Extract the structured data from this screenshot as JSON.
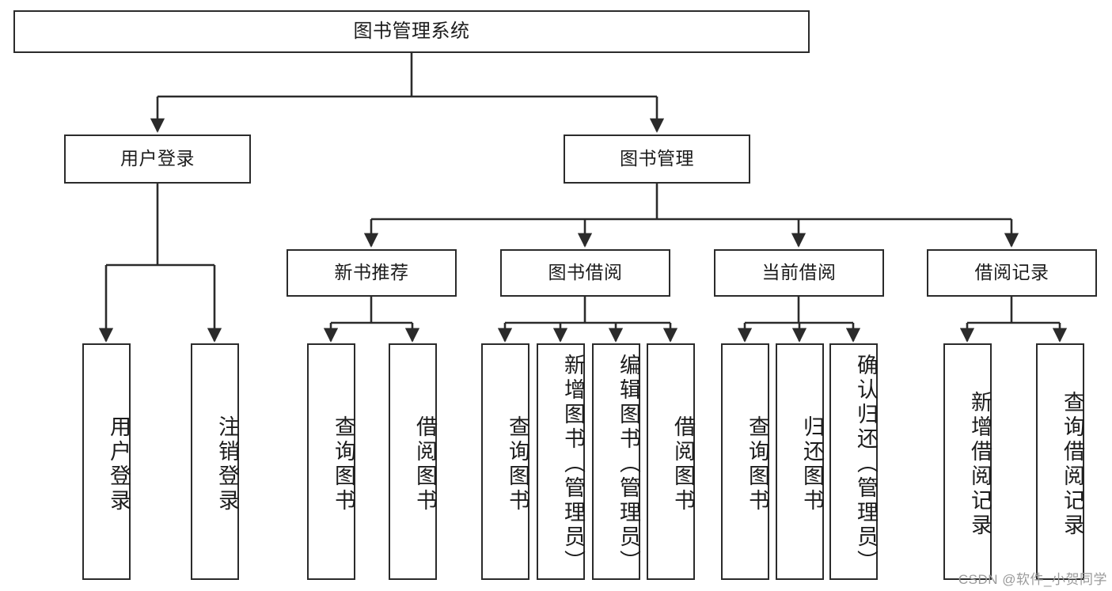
{
  "diagram": {
    "type": "tree-hierarchy-chart",
    "title": "图书管理系统",
    "watermark": "CSDN @软件_小贺同学",
    "colors": {
      "stroke": "#2b2b2b",
      "fill": "#ffffff",
      "text": "#1c1c1c",
      "watermark": "#9a9a9a"
    },
    "levels": {
      "root": {
        "label": "图书管理系统"
      },
      "level2": [
        {
          "label": "用户登录"
        },
        {
          "label": "图书管理"
        }
      ],
      "level3": [
        {
          "label": "新书推荐"
        },
        {
          "label": "图书借阅"
        },
        {
          "label": "当前借阅"
        },
        {
          "label": "借阅记录"
        }
      ],
      "leaves": {
        "user_login": [
          {
            "label": "用户登录"
          },
          {
            "label": "注销登录"
          }
        ],
        "new_book": [
          {
            "label": "查询图书"
          },
          {
            "label": "借阅图书"
          }
        ],
        "book_borrow": [
          {
            "label": "查询图书"
          },
          {
            "label": "新增图书（管理员）"
          },
          {
            "label": "编辑图书（管理员）"
          },
          {
            "label": "借阅图书"
          }
        ],
        "current_borrow": [
          {
            "label": "查询图书"
          },
          {
            "label": "归还图书"
          },
          {
            "label": "确认归还（管理员）"
          }
        ],
        "borrow_record": [
          {
            "label": "新增借阅记录"
          },
          {
            "label": "查询借阅记录"
          }
        ]
      }
    }
  }
}
